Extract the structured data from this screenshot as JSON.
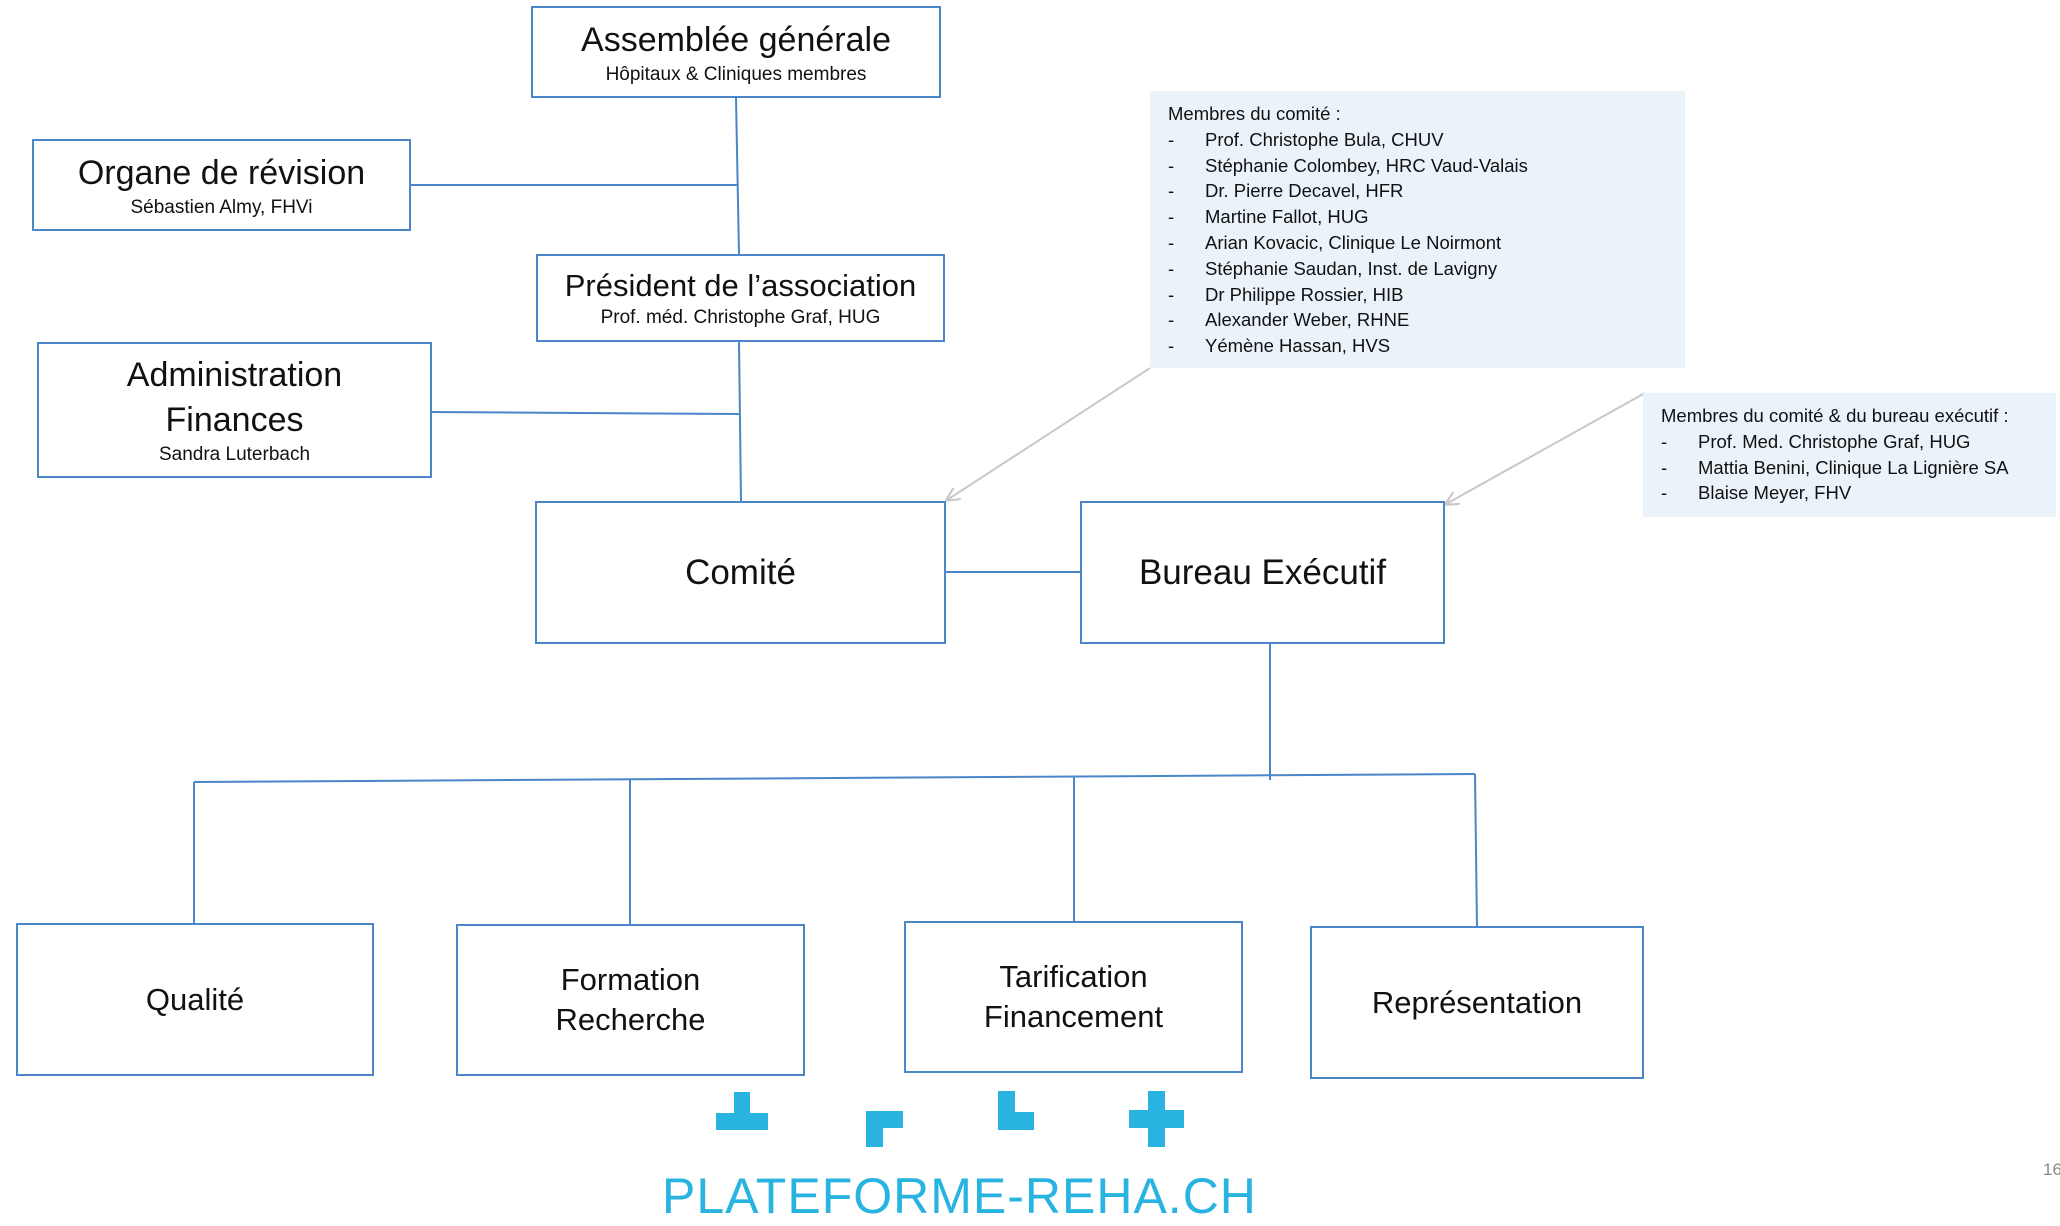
{
  "boxes": {
    "assemblee": {
      "title": "Assemblée générale",
      "subtitle": "Hôpitaux & Cliniques membres"
    },
    "organe": {
      "title": "Organe de révision",
      "subtitle": "Sébastien Almy, FHVi"
    },
    "president": {
      "title": "Président de l’association",
      "subtitle": "Prof. méd. Christophe Graf, HUG"
    },
    "administration": {
      "title_line1": "Administration",
      "title_line2": "Finances",
      "subtitle": "Sandra Luterbach"
    },
    "comite": {
      "title": "Comité"
    },
    "bureau": {
      "title": "Bureau Exécutif"
    },
    "qualite": {
      "title": "Qualité"
    },
    "formation": {
      "line1": "Formation",
      "line2": "Recherche"
    },
    "tarification": {
      "line1": "Tarification",
      "line2": "Financement"
    },
    "representation": {
      "title": "Représentation"
    }
  },
  "notes": {
    "comite_members": {
      "heading": "Membres du comité :",
      "items": [
        "Prof. Christophe Bula, CHUV",
        "Stéphanie Colombey, HRC Vaud-Valais",
        "Dr. Pierre Decavel, HFR",
        "Martine Fallot, HUG",
        "Arian Kovacic, Clinique Le Noirmont",
        "Stéphanie Saudan, Inst. de Lavigny",
        "Dr Philippe Rossier, HIB",
        "Alexander Weber, RHNE",
        "Yémène Hassan, HVS"
      ]
    },
    "bureau_members": {
      "heading": "Membres du comité & du bureau exécutif :",
      "items": [
        "Prof. Med. Christophe Graf, HUG",
        "Mattia Benini, Clinique La Lignière SA",
        "Blaise Meyer, FHV"
      ]
    }
  },
  "logo": {
    "text": "PLATEFORME-REHA.CH"
  },
  "page_number": "16",
  "colors": {
    "box_border": "#4a86c8",
    "note_bg": "#ebf3fa",
    "logo": "#28b3e0",
    "arrow": "#c8c8c8"
  }
}
